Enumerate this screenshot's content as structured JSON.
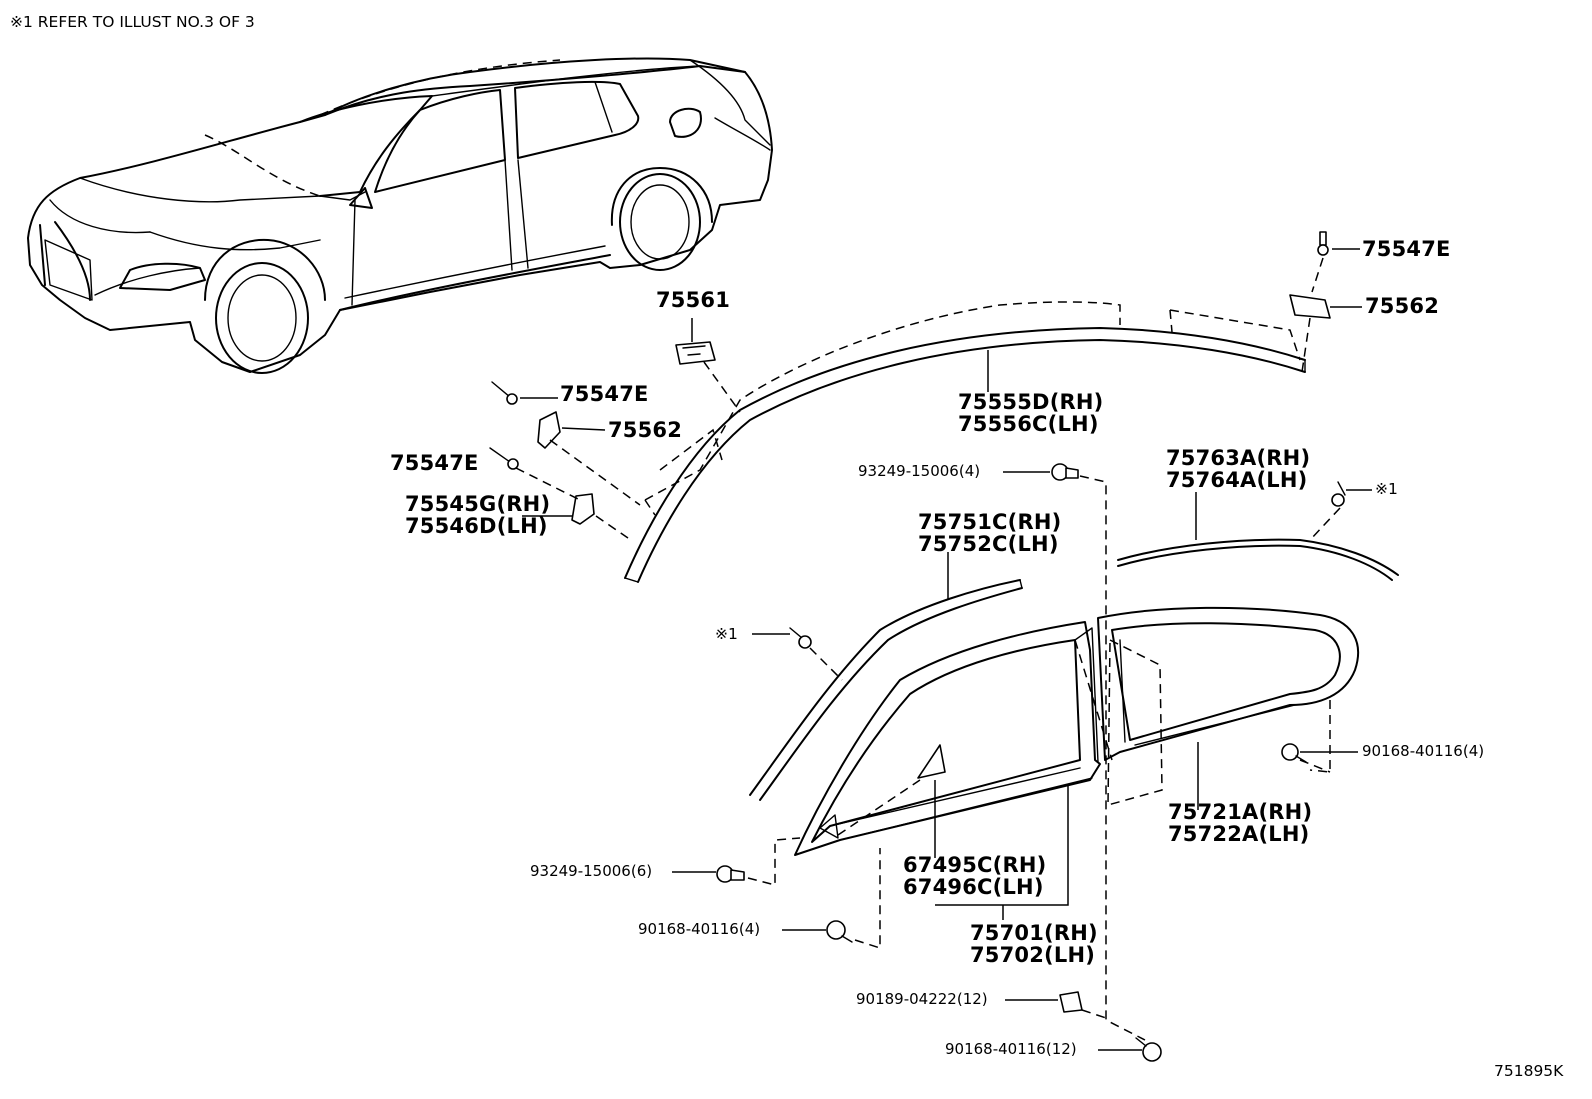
{
  "header": {
    "note": "※1 REFER TO ILLUST NO.3 OF 3"
  },
  "illustration_code": "751895K",
  "callouts": {
    "c_75561": "75561",
    "c_75547e_a": "75547E",
    "c_75562_a": "75562",
    "c_75547e_b": "75547E",
    "c_75545g_rh": "75545G(RH)",
    "c_75546d_lh": "75546D(LH)",
    "c_75555d_rh": "75555D(RH)",
    "c_75556c_lh": "75556C(LH)",
    "c_75547e_c": "75547E",
    "c_75562_b": "75562",
    "c_93249_4": "93249-15006(4)",
    "c_75763a_rh": "75763A(RH)",
    "c_75764a_lh": "75764A(LH)",
    "c_ref1_a": "※1",
    "c_75751c_rh": "75751C(RH)",
    "c_75752c_lh": "75752C(LH)",
    "c_ref1_b": "※1",
    "c_90168_4_a": "90168-40116(4)",
    "c_75721a_rh": "75721A(RH)",
    "c_75722a_lh": "75722A(LH)",
    "c_67495c_rh": "67495C(RH)",
    "c_67496c_lh": "67496C(LH)",
    "c_93249_6": "93249-15006(6)",
    "c_90168_4_b": "90168-40116(4)",
    "c_75701_rh": "75701(RH)",
    "c_75702_lh": "75702(LH)",
    "c_90189_12": "90189-04222(12)",
    "c_90168_12": "90168-40116(12)"
  }
}
